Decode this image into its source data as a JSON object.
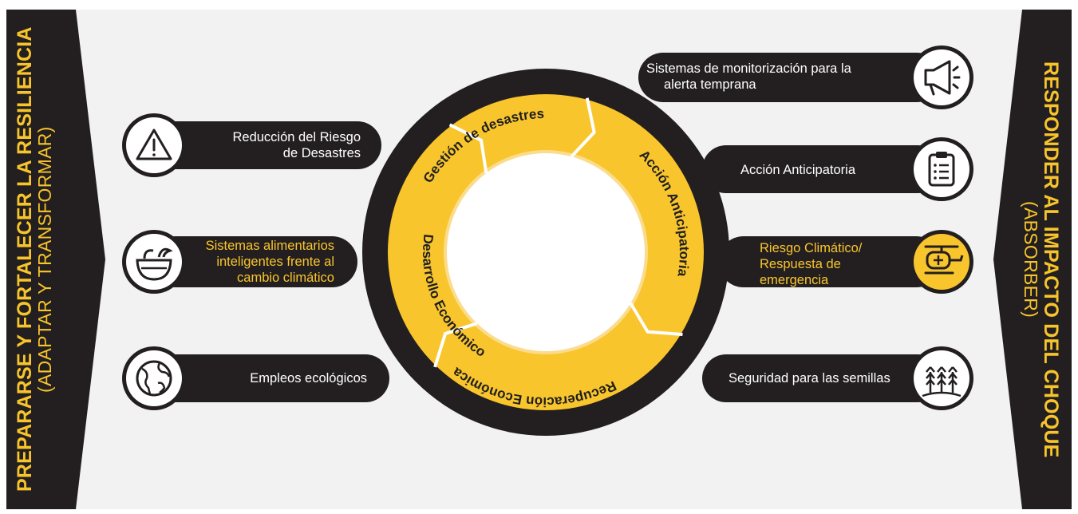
{
  "left_panel": {
    "title": "PREPARARSE Y FORTALECER LA RESILIENCIA",
    "subtitle": "(ADAPTAR Y TRANSFORMAR)"
  },
  "right_panel": {
    "title": "RESPONDER AL IMPACTO DEL CHOQUE",
    "subtitle": "(ABSORBER)"
  },
  "cycle": {
    "segments": [
      "Gestión de desastres",
      "Acción Anticipatoria",
      "Recuperación Económica",
      "Desarrollo Económico"
    ]
  },
  "left_items": [
    {
      "lines": [
        "Reducción del Riesgo",
        "de Desastres"
      ],
      "icon": "warning-icon",
      "highlight": false
    },
    {
      "lines": [
        "Sistemas alimentarios",
        "inteligentes frente al",
        "cambio climático"
      ],
      "icon": "food-bowl-icon",
      "highlight": true
    },
    {
      "lines": [
        "Empleos ecológicos"
      ],
      "icon": "globe-icon",
      "highlight": false
    }
  ],
  "right_items": [
    {
      "lines": [
        "Sistemas de monitorización para la",
        "alerta temprana"
      ],
      "icon": "megaphone-icon",
      "highlight": false
    },
    {
      "lines": [
        "Acción Anticipatoria"
      ],
      "icon": "clipboard-icon",
      "highlight": false
    },
    {
      "lines": [
        "Riesgo Climático/",
        "Respuesta de",
        "emergencia"
      ],
      "icon": "medical-helicopter-icon",
      "highlight": true
    },
    {
      "lines": [
        "Seguridad para las semillas"
      ],
      "icon": "wheat-icon",
      "highlight": false
    }
  ],
  "colors": {
    "dark": "#231f20",
    "yellow": "#f9c52c",
    "light_yellow": "#fbdc8c",
    "background": "#f2f2f2"
  }
}
